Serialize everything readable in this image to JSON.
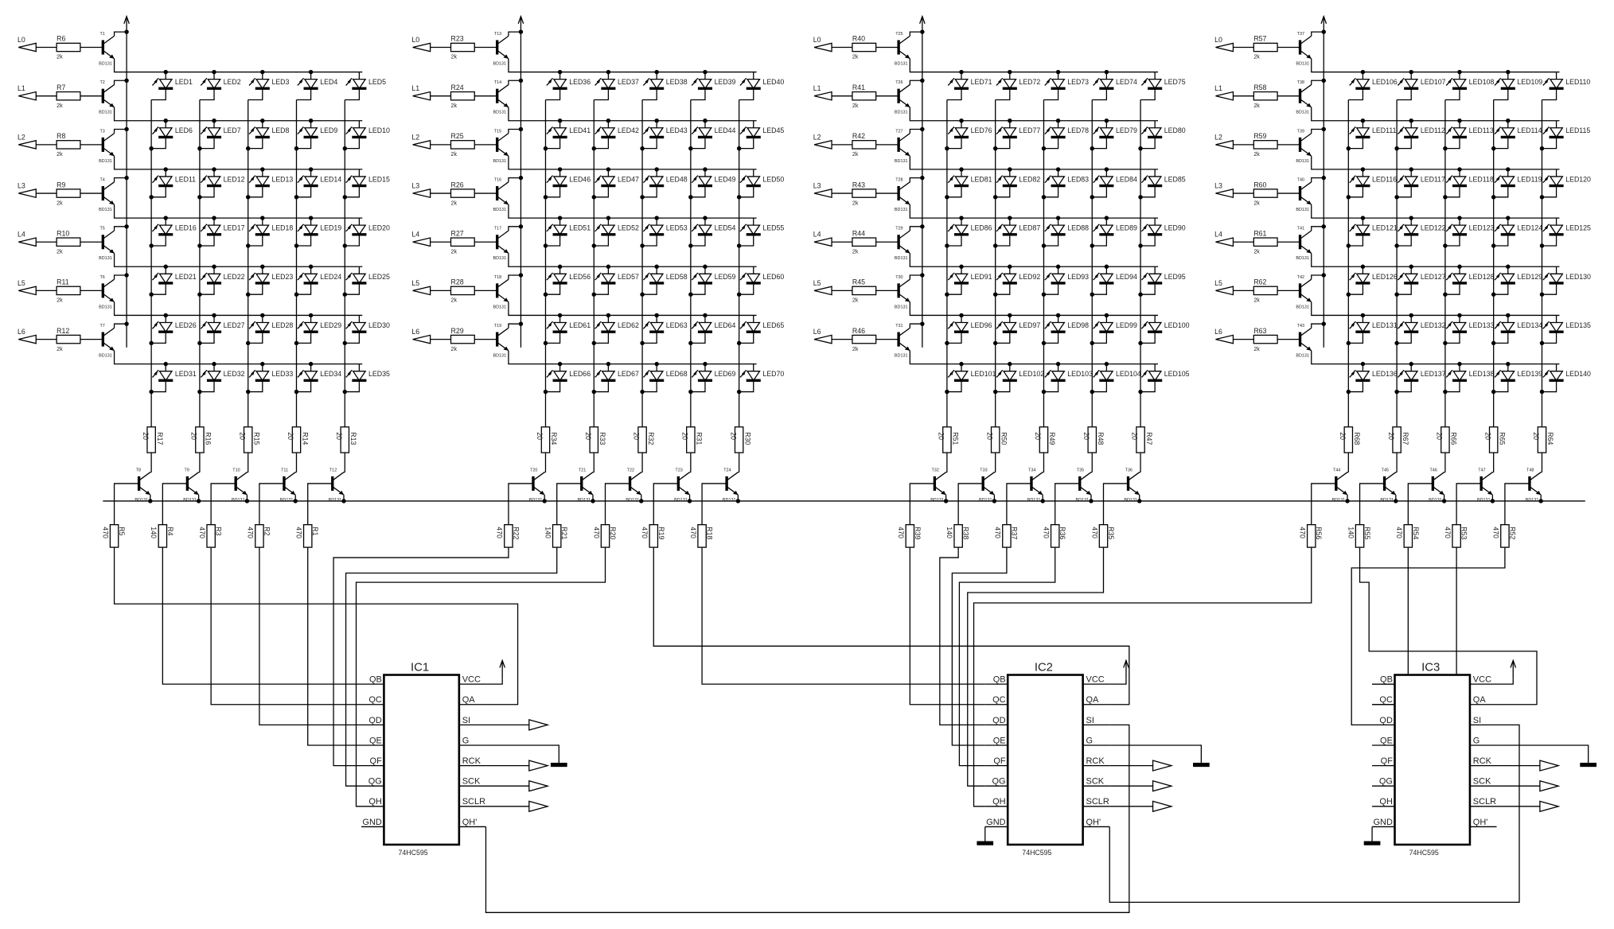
{
  "document": {
    "type": "schematic",
    "title": "LED matrix 7x20 driven by 74HC595 shift registers"
  },
  "common": {
    "transistor_type": "BD131",
    "row_resistor_value": "2k",
    "column_resistor_value": "20",
    "ic_part": "74HC595",
    "row_inputs": [
      "L0",
      "L1",
      "L2",
      "L3",
      "L4",
      "L5",
      "L6"
    ],
    "ic_left_pins": [
      "QB",
      "QC",
      "QD",
      "QE",
      "QF",
      "QG",
      "QH",
      "GND"
    ],
    "ic_right_pins": [
      "VCC",
      "QA",
      "SI",
      "G",
      "RCK",
      "SCK",
      "SCLR",
      "QH'"
    ]
  },
  "blocks": [
    {
      "row_inputs": [
        "L0",
        "L1",
        "L2",
        "L3",
        "L4",
        "L5",
        "L6"
      ],
      "row_resistors": [
        "R6",
        "R7",
        "R8",
        "R9",
        "R10",
        "R11",
        "R12"
      ],
      "row_transistors": [
        "T1",
        "T2",
        "T3",
        "T4",
        "T5",
        "T6",
        "T7"
      ],
      "led_start": 1,
      "column_resistors": [
        "R17",
        "R16",
        "R15",
        "R14",
        "R13"
      ],
      "column_transistors": [
        "T8",
        "T9",
        "T10",
        "T11",
        "T12"
      ],
      "base_resistors": [
        "R5",
        "R4",
        "R3",
        "R2",
        "R1"
      ],
      "base_resistor_values": [
        "470",
        "140",
        "470",
        "470",
        "470"
      ]
    },
    {
      "row_inputs": [
        "L0",
        "L1",
        "L2",
        "L3",
        "L4",
        "L5",
        "L6"
      ],
      "row_resistors": [
        "R23",
        "R24",
        "R25",
        "R26",
        "R27",
        "R28",
        "R29"
      ],
      "row_transistors": [
        "T13",
        "T14",
        "T15",
        "T16",
        "T17",
        "T18",
        "T19"
      ],
      "led_start": 36,
      "column_resistors": [
        "R34",
        "R33",
        "R32",
        "R31",
        "R30"
      ],
      "column_transistors": [
        "T20",
        "T21",
        "T22",
        "T23",
        "T24"
      ],
      "base_resistors": [
        "R22",
        "R21",
        "R20",
        "R19",
        "R18"
      ],
      "base_resistor_values": [
        "470",
        "140",
        "470",
        "470",
        "470"
      ]
    },
    {
      "row_inputs": [
        "L0",
        "L1",
        "L2",
        "L3",
        "L4",
        "L5",
        "L6"
      ],
      "row_resistors": [
        "R40",
        "R41",
        "R42",
        "R43",
        "R44",
        "R45",
        "R46"
      ],
      "row_transistors": [
        "T25",
        "T26",
        "T27",
        "T28",
        "T29",
        "T30",
        "T31"
      ],
      "led_start": 71,
      "column_resistors": [
        "R51",
        "R50",
        "R49",
        "R48",
        "R47"
      ],
      "column_transistors": [
        "T32",
        "T33",
        "T34",
        "T35",
        "T36"
      ],
      "base_resistors": [
        "R39",
        "R38",
        "R37",
        "R36",
        "R35"
      ],
      "base_resistor_values": [
        "470",
        "140",
        "470",
        "470",
        "470"
      ]
    },
    {
      "row_inputs": [
        "L0",
        "L1",
        "L2",
        "L3",
        "L4",
        "L5",
        "L6"
      ],
      "row_resistors": [
        "R57",
        "R58",
        "R59",
        "R60",
        "R61",
        "R62",
        "R63"
      ],
      "row_transistors": [
        "T37",
        "T38",
        "T39",
        "T40",
        "T41",
        "T42",
        "T43"
      ],
      "led_start": 106,
      "column_resistors": [
        "R68",
        "R67",
        "R66",
        "R65",
        "R64"
      ],
      "column_transistors": [
        "T44",
        "T45",
        "T46",
        "T47",
        "T48"
      ],
      "base_resistors": [
        "R56",
        "R55",
        "R54",
        "R53",
        "R52"
      ],
      "base_resistor_values": [
        "470",
        "140",
        "470",
        "470",
        "470"
      ]
    }
  ],
  "ics": [
    {
      "name": "IC1",
      "part": "74HC595",
      "gnd_symbol": false
    },
    {
      "name": "IC2",
      "part": "74HC595",
      "gnd_symbol": true
    },
    {
      "name": "IC3",
      "part": "74HC595",
      "gnd_symbol": true
    }
  ]
}
